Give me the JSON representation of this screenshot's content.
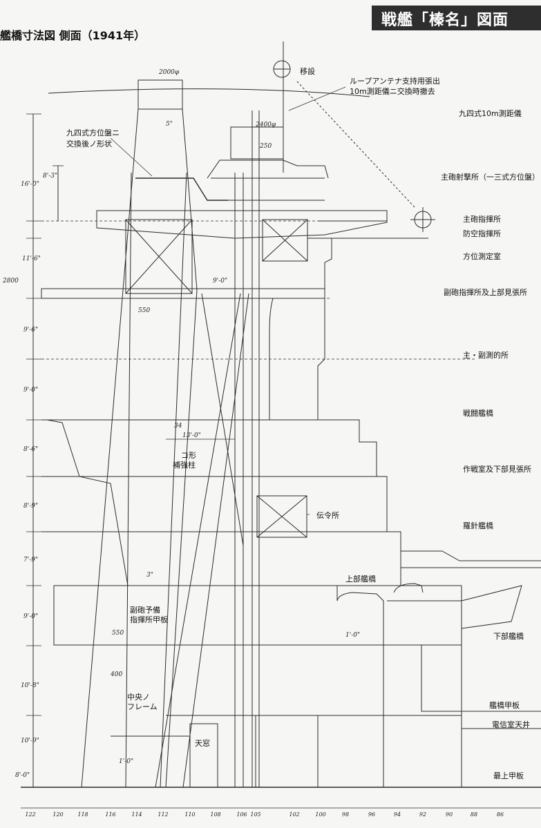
{
  "header": {
    "title": "戦艦「榛名」図面",
    "bar_color": "#2e2e2e"
  },
  "drawing": {
    "subtitle": "艦橋寸法図 側面（1941年）"
  },
  "levels": [
    "九四式10m測距儀",
    "主砲射撃所（一三式方位盤）",
    "主砲指揮所",
    "防空指揮所",
    "方位測定室",
    "副砲指揮所及上部見張所",
    "主・副測的所",
    "戦闘艦橋",
    "作戦室及下部見張所",
    "羅針艦橋",
    "上部艦橋",
    "下部艦橋",
    "艦橋甲板",
    "電信室天井",
    "最上甲板"
  ],
  "annotations": {
    "move": "移設",
    "antenna_line1": "ループアンテナ支持用張出",
    "antenna_line2": "10m測距儀ニ交換時撤去",
    "director_line1": "九四式方位盤ニ",
    "director_line2": "交換後ノ形状",
    "c_column_line1": "コ形",
    "c_column_line2": "補強柱",
    "message_room": "伝令所",
    "upper_bridge": "上部艦橋",
    "sec_deck_line1": "副砲予備",
    "sec_deck_line2": "指揮所甲板",
    "frame_line1": "中央ノ",
    "frame_line2": "フレーム",
    "skylight": "天窓"
  },
  "dimensions_left": [
    "16'-0\"",
    "8'-3\"",
    "11'-6\"",
    "2800",
    "9'-6\"",
    "9'-0\"",
    "8'-6\"",
    "8'-9\"",
    "7'-9\"",
    "9'-0\"",
    "10'-8\"",
    "10'-9\"",
    "8'-0\""
  ],
  "dimensions_inner": {
    "d2000": "2000φ",
    "d2400": "2400φ",
    "d5": "5\"",
    "d250": "250",
    "d9ft": "9'-0\"",
    "d550a": "550",
    "d13ft": "13'-0\"",
    "d34": "34",
    "d3in": "3\"",
    "d550b": "550",
    "d400": "400",
    "d1ft_a": "1'-0\"",
    "d1ft_b": "1'-0\""
  },
  "frame_numbers": [
    "122",
    "120",
    "118",
    "116",
    "114",
    "112",
    "110",
    "108",
    "106",
    "105",
    "102",
    "100",
    "98",
    "96",
    "94",
    "92",
    "90",
    "88",
    "86"
  ]
}
